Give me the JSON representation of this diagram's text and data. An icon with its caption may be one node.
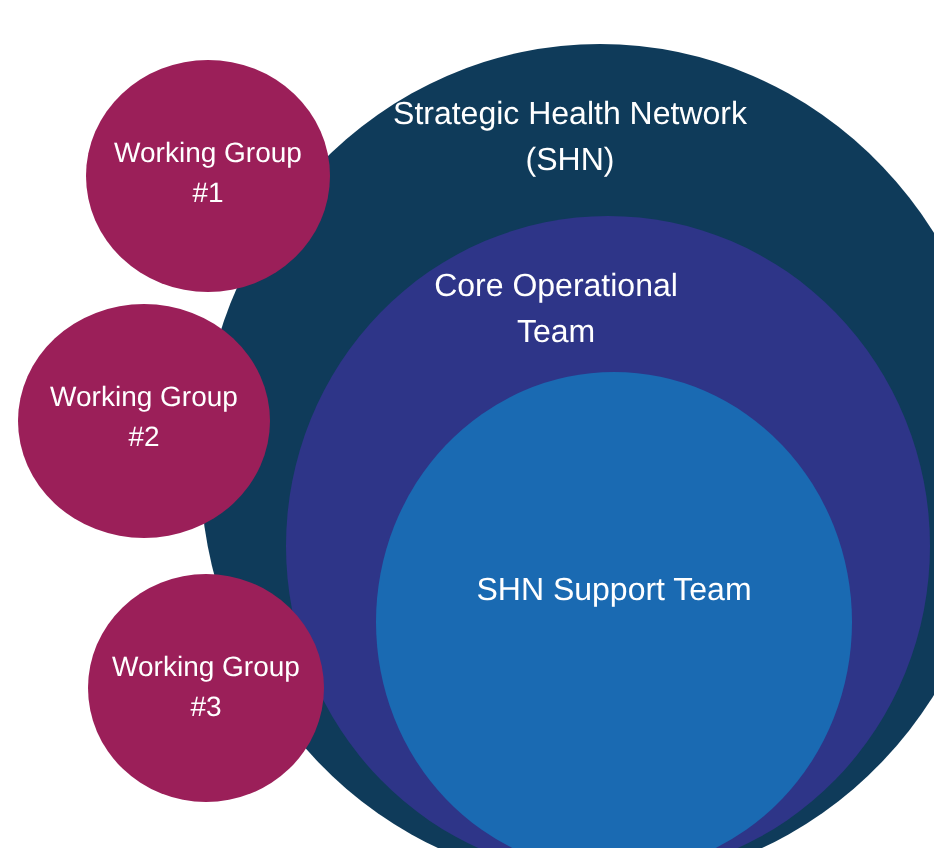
{
  "diagram": {
    "nodes": [
      {
        "text": [
          "Strategic Health Network (SHN)"
        ]
      },
      {
        "text": [
          "Core Operational Team"
        ],
        "in": 0
      },
      {
        "text": [
          "SHN Support Team"
        ],
        "in": 1
      },
      {
        "text": [
          "Working Group #1"
        ]
      },
      {
        "text": [
          "Working Group #2"
        ]
      },
      {
        "text": [
          "Working Group #3"
        ]
      }
    ]
  }
}
